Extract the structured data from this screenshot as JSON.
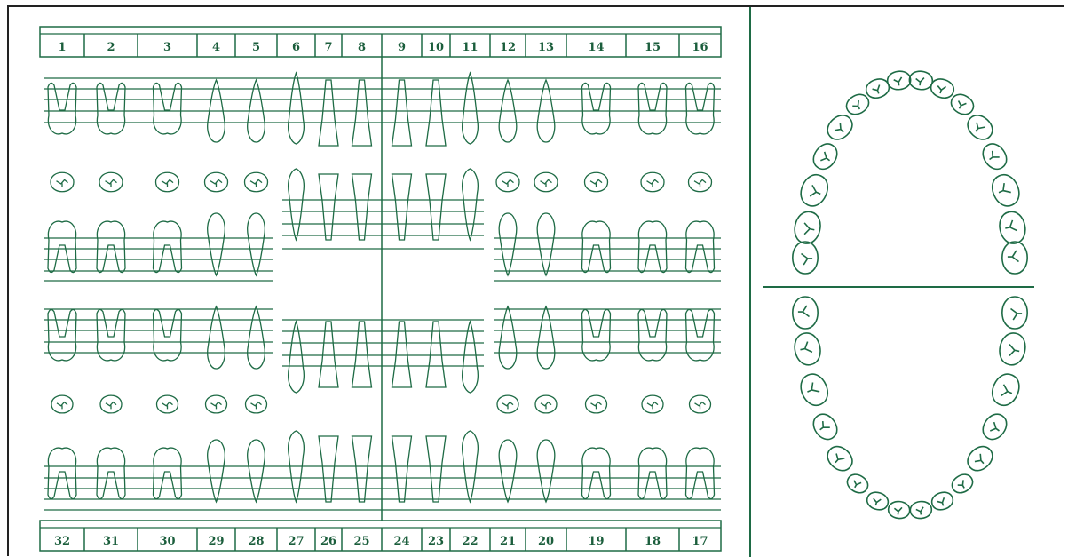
{
  "colors": {
    "ink": "#1e6b45",
    "frame": "#222222",
    "background": "#ffffff"
  },
  "chart": {
    "upper_numbers": [
      "1",
      "2",
      "3",
      "4",
      "5",
      "6",
      "7",
      "8",
      "9",
      "10",
      "11",
      "12",
      "13",
      "14",
      "15",
      "16"
    ],
    "lower_numbers": [
      "32",
      "31",
      "30",
      "29",
      "28",
      "27",
      "26",
      "25",
      "24",
      "23",
      "22",
      "21",
      "20",
      "19",
      "18",
      "17"
    ]
  },
  "arch_diagram": {
    "upper_arch_teeth": 16,
    "lower_arch_teeth": 16
  }
}
